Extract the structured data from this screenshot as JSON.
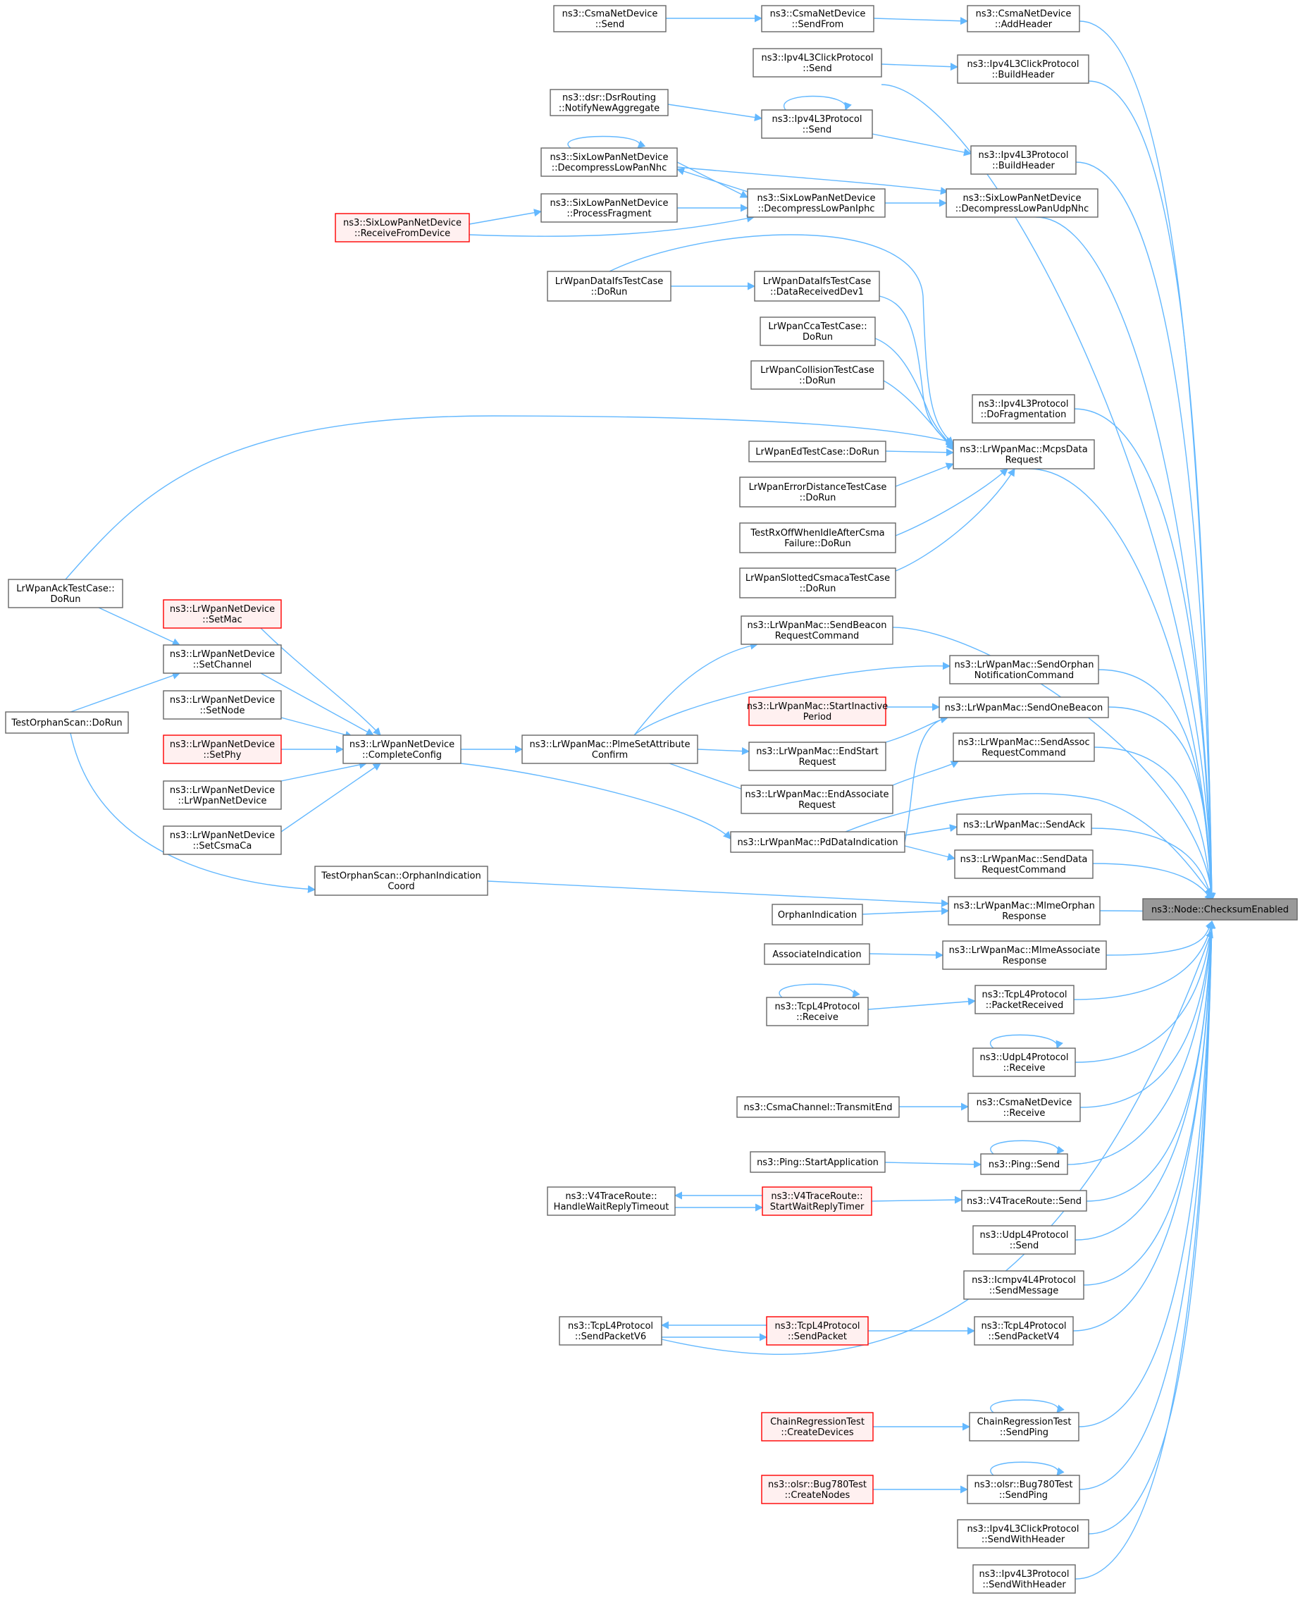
{
  "diagram": {
    "colors": {
      "edge": "#63b8ff",
      "node_border": "#666666",
      "truncated_border": "#ff0000",
      "truncated_fill": "#fff0f0",
      "focus_fill": "#999999"
    },
    "nodes": [
      {
        "id": "csma_send",
        "lines": [
          "ns3::CsmaNetDevice",
          "::Send"
        ]
      },
      {
        "id": "csma_sendfrom",
        "lines": [
          "ns3::CsmaNetDevice",
          "::SendFrom"
        ]
      },
      {
        "id": "csma_addheader",
        "lines": [
          "ns3::CsmaNetDevice",
          "::AddHeader"
        ]
      },
      {
        "id": "ipv4click_send",
        "lines": [
          "ns3::Ipv4L3ClickProtocol",
          "::Send"
        ]
      },
      {
        "id": "ipv4click_buildheader",
        "lines": [
          "ns3::Ipv4L3ClickProtocol",
          "::BuildHeader"
        ]
      },
      {
        "id": "dsr_notify",
        "lines": [
          "ns3::dsr::DsrRouting",
          "::NotifyNewAggregate"
        ]
      },
      {
        "id": "ipv4l3_send",
        "lines": [
          "ns3::Ipv4L3Protocol",
          "::Send"
        ]
      },
      {
        "id": "ipv4l3_buildheader",
        "lines": [
          "ns3::Ipv4L3Protocol",
          "::BuildHeader"
        ]
      },
      {
        "id": "sixlow_nhc",
        "lines": [
          "ns3::SixLowPanNetDevice",
          "::DecompressLowPanNhc"
        ]
      },
      {
        "id": "sixlow_frag",
        "lines": [
          "ns3::SixLowPanNetDevice",
          "::ProcessFragment"
        ]
      },
      {
        "id": "sixlow_iphc",
        "lines": [
          "ns3::SixLowPanNetDevice",
          "::DecompressLowPanIphc"
        ]
      },
      {
        "id": "sixlow_udpnhc",
        "lines": [
          "ns3::SixLowPanNetDevice",
          "::DecompressLowPanUdpNhc"
        ]
      },
      {
        "id": "sixlow_recv",
        "lines": [
          "ns3::SixLowPanNetDevice",
          "::ReceiveFromDevice"
        ],
        "truncated": true
      },
      {
        "id": "ifs_dorun",
        "lines": [
          "LrWpanDataIfsTestCase",
          "::DoRun"
        ]
      },
      {
        "id": "ifs_dev1",
        "lines": [
          "LrWpanDataIfsTestCase",
          "::DataReceivedDev1"
        ]
      },
      {
        "id": "cca_dorun",
        "lines": [
          "LrWpanCcaTestCase::",
          "DoRun"
        ]
      },
      {
        "id": "collision_dorun",
        "lines": [
          "LrWpanCollisionTestCase",
          "::DoRun"
        ]
      },
      {
        "id": "ipv4l3_frag",
        "lines": [
          "ns3::Ipv4L3Protocol",
          "::DoFragmentation"
        ]
      },
      {
        "id": "mcps",
        "lines": [
          "ns3::LrWpanMac::McpsData",
          "Request"
        ]
      },
      {
        "id": "ed_dorun",
        "lines": [
          "LrWpanEdTestCase::DoRun"
        ]
      },
      {
        "id": "errdist_dorun",
        "lines": [
          "LrWpanErrorDistanceTestCase",
          "::DoRun"
        ]
      },
      {
        "id": "rxoff_dorun",
        "lines": [
          "TestRxOffWhenIdleAfterCsma",
          "Failure::DoRun"
        ]
      },
      {
        "id": "slotted_dorun",
        "lines": [
          "LrWpanSlottedCsmacaTestCase",
          "::DoRun"
        ]
      },
      {
        "id": "ack_dorun",
        "lines": [
          "LrWpanAckTestCase::",
          "DoRun"
        ]
      },
      {
        "id": "setmac",
        "lines": [
          "ns3::LrWpanNetDevice",
          "::SetMac"
        ],
        "truncated": true
      },
      {
        "id": "setchannel",
        "lines": [
          "ns3::LrWpanNetDevice",
          "::SetChannel"
        ]
      },
      {
        "id": "orphan_dorun",
        "lines": [
          "TestOrphanScan::DoRun"
        ]
      },
      {
        "id": "setnode",
        "lines": [
          "ns3::LrWpanNetDevice",
          "::SetNode"
        ]
      },
      {
        "id": "setphy",
        "lines": [
          "ns3::LrWpanNetDevice",
          "::SetPhy"
        ],
        "truncated": true
      },
      {
        "id": "lrwpannetdevice",
        "lines": [
          "ns3::LrWpanNetDevice",
          "::LrWpanNetDevice"
        ]
      },
      {
        "id": "setcsmaca",
        "lines": [
          "ns3::LrWpanNetDevice",
          "::SetCsmaCa"
        ]
      },
      {
        "id": "completeconfig",
        "lines": [
          "ns3::LrWpanNetDevice",
          "::CompleteConfig"
        ]
      },
      {
        "id": "plme",
        "lines": [
          "ns3::LrWpanMac::PlmeSetAttribute",
          "Confirm"
        ]
      },
      {
        "id": "sendbeaconreq",
        "lines": [
          "ns3::LrWpanMac::SendBeacon",
          "RequestCommand"
        ]
      },
      {
        "id": "sendorphan",
        "lines": [
          "ns3::LrWpanMac::SendOrphan",
          "NotificationCommand"
        ]
      },
      {
        "id": "startinactive",
        "lines": [
          "ns3::LrWpanMac::StartInactive",
          "Period"
        ],
        "truncated": true
      },
      {
        "id": "sendonebeacon",
        "lines": [
          "ns3::LrWpanMac::SendOneBeacon"
        ]
      },
      {
        "id": "endstart",
        "lines": [
          "ns3::LrWpanMac::EndStart",
          "Request"
        ]
      },
      {
        "id": "sendassoc",
        "lines": [
          "ns3::LrWpanMac::SendAssoc",
          "RequestCommand"
        ]
      },
      {
        "id": "endassociate",
        "lines": [
          "ns3::LrWpanMac::EndAssociate",
          "Request"
        ]
      },
      {
        "id": "pddata",
        "lines": [
          "ns3::LrWpanMac::PdDataIndication"
        ]
      },
      {
        "id": "sendack",
        "lines": [
          "ns3::LrWpanMac::SendAck"
        ]
      },
      {
        "id": "senddata",
        "lines": [
          "ns3::LrWpanMac::SendData",
          "RequestCommand"
        ]
      },
      {
        "id": "orphanind_coord",
        "lines": [
          "TestOrphanScan::OrphanIndication",
          "Coord"
        ]
      },
      {
        "id": "mlmeorphan",
        "lines": [
          "ns3::LrWpanMac::MlmeOrphan",
          "Response"
        ]
      },
      {
        "id": "orphanindication",
        "lines": [
          "OrphanIndication"
        ]
      },
      {
        "id": "checksum",
        "lines": [
          "ns3::Node::ChecksumEnabled"
        ],
        "focus": true
      },
      {
        "id": "associateind",
        "lines": [
          "AssociateIndication"
        ]
      },
      {
        "id": "mlmeassoc",
        "lines": [
          "ns3::LrWpanMac::MlmeAssociate",
          "Response"
        ]
      },
      {
        "id": "tcp_recv",
        "lines": [
          "ns3::TcpL4Protocol",
          "::Receive"
        ]
      },
      {
        "id": "tcp_packetrecv",
        "lines": [
          "ns3::TcpL4Protocol",
          "::PacketReceived"
        ]
      },
      {
        "id": "udp_recv",
        "lines": [
          "ns3::UdpL4Protocol",
          "::Receive"
        ]
      },
      {
        "id": "csmachannel_tx",
        "lines": [
          "ns3::CsmaChannel::TransmitEnd"
        ]
      },
      {
        "id": "csma_recv",
        "lines": [
          "ns3::CsmaNetDevice",
          "::Receive"
        ]
      },
      {
        "id": "ping_startapp",
        "lines": [
          "ns3::Ping::StartApplication"
        ]
      },
      {
        "id": "ping_send",
        "lines": [
          "ns3::Ping::Send"
        ]
      },
      {
        "id": "v4tr_handle",
        "lines": [
          "ns3::V4TraceRoute::",
          "HandleWaitReplyTimeout"
        ]
      },
      {
        "id": "v4tr_start",
        "lines": [
          "ns3::V4TraceRoute::",
          "StartWaitReplyTimer"
        ],
        "truncated": true
      },
      {
        "id": "v4tr_send",
        "lines": [
          "ns3::V4TraceRoute::Send"
        ]
      },
      {
        "id": "udp_send",
        "lines": [
          "ns3::UdpL4Protocol",
          "::Send"
        ]
      },
      {
        "id": "icmp_sendmsg",
        "lines": [
          "ns3::Icmpv4L4Protocol",
          "::SendMessage"
        ]
      },
      {
        "id": "tcp_sendv6",
        "lines": [
          "ns3::TcpL4Protocol",
          "::SendPacketV6"
        ]
      },
      {
        "id": "tcp_sendpacket",
        "lines": [
          "ns3::TcpL4Protocol",
          "::SendPacket"
        ],
        "truncated": true
      },
      {
        "id": "tcp_sendv4",
        "lines": [
          "ns3::TcpL4Protocol",
          "::SendPacketV4"
        ]
      },
      {
        "id": "chain_create",
        "lines": [
          "ChainRegressionTest",
          "::CreateDevices"
        ],
        "truncated": true
      },
      {
        "id": "chain_sendping",
        "lines": [
          "ChainRegressionTest",
          "::SendPing"
        ]
      },
      {
        "id": "olsr_create",
        "lines": [
          "ns3::olsr::Bug780Test",
          "::CreateNodes"
        ],
        "truncated": true
      },
      {
        "id": "olsr_sendping",
        "lines": [
          "ns3::olsr::Bug780Test",
          "::SendPing"
        ]
      },
      {
        "id": "ipv4click_sendwh",
        "lines": [
          "ns3::Ipv4L3ClickProtocol",
          "::SendWithHeader"
        ]
      },
      {
        "id": "ipv4l3_sendwh",
        "lines": [
          "ns3::Ipv4L3Protocol",
          "::SendWithHeader"
        ]
      }
    ]
  }
}
